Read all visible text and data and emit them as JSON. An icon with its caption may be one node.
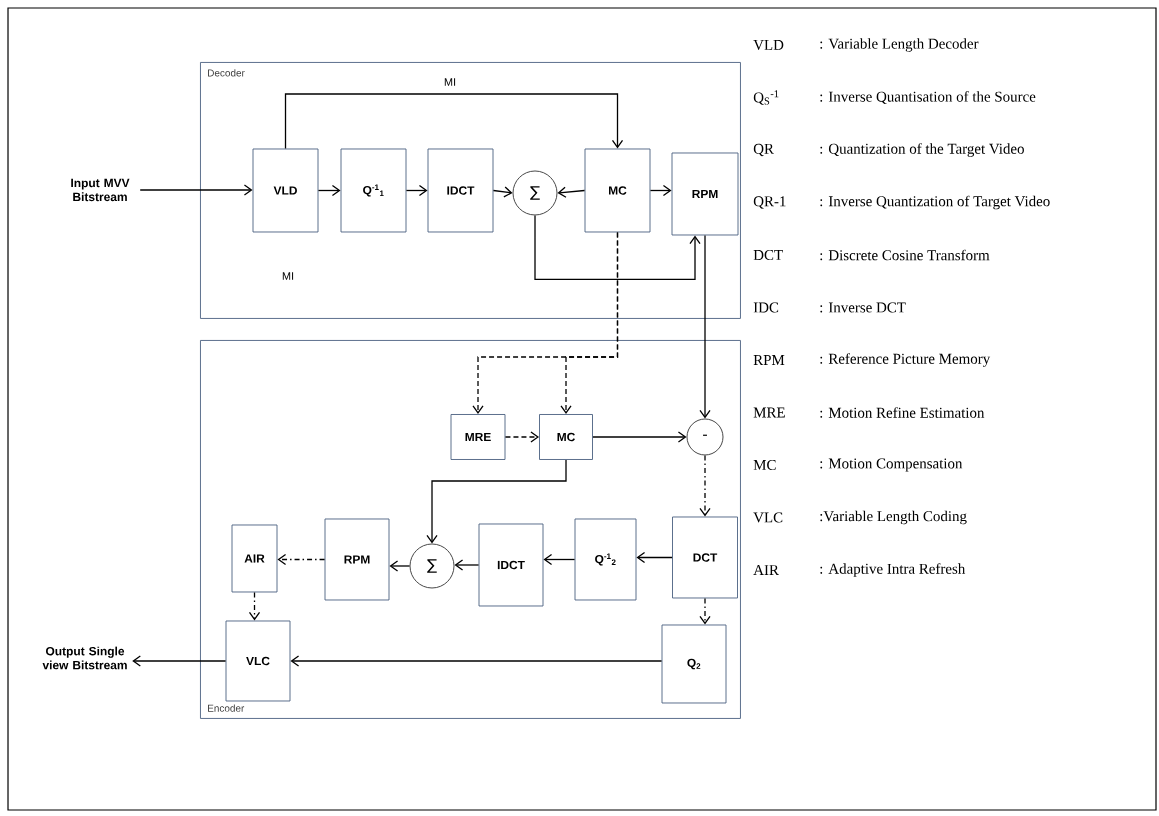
{
  "diagram": {
    "nodes": [
      {
        "text": [
          "Decoder"
        ]
      },
      {
        "text": [
          "VLD"
        ],
        "in": 0
      },
      {
        "text": [
          "Q$^{-1}$$_{1}$"
        ],
        "in": 0
      },
      {
        "text": [
          "IDCT"
        ],
        "in": 0
      },
      {
        "text": [
          "∑"
        ],
        "in": 0
      },
      {
        "text": [
          "MC"
        ],
        "in": 0
      },
      {
        "text": [
          "RPM"
        ],
        "in": 0
      },
      {
        "text": [
          "Encoder"
        ]
      },
      {
        "text": [
          "MRE"
        ],
        "in": 7
      },
      {
        "text": [
          "MC"
        ],
        "in": 7
      },
      {
        "text": [
          "-"
        ],
        "in": 7
      },
      {
        "text": [
          "AIR"
        ],
        "in": 7
      },
      {
        "text": [
          "RPM"
        ],
        "in": 7
      },
      {
        "text": [
          "∑"
        ],
        "in": 7
      },
      {
        "text": [
          "IDCT"
        ],
        "in": 7
      },
      {
        "text": [
          "Q$^{-1}$$_{2}$"
        ],
        "in": 7
      },
      {
        "text": [
          "DCT"
        ],
        "in": 7
      },
      {
        "text": [
          "VLC"
        ],
        "in": 7
      },
      {
        "text": [
          "Q$_{2}$"
        ],
        "in": 7
      },
      {
        "text": [
          "Input MVV Bitstream"
        ]
      },
      {
        "text": [
          "Output Single view Bitstream"
        ]
      }
    ],
    "edges": [
      {
        "from": 19,
        "to": 1,
        "arrow": "to"
      },
      {
        "from": 1,
        "to": 5,
        "arrow": "to",
        "label": "MI"
      },
      {
        "from": 1,
        "to": 2,
        "arrow": "to"
      },
      {
        "from": 2,
        "to": 3,
        "arrow": "to"
      },
      {
        "from": 3,
        "to": 4,
        "arrow": "to"
      },
      {
        "from": 5,
        "to": 4,
        "arrow": "to"
      },
      {
        "from": 5,
        "to": 6,
        "arrow": "to"
      },
      {
        "from": 4,
        "to": 6,
        "arrow": "to"
      },
      {
        "from": 6,
        "to": 10,
        "arrow": "to"
      },
      {
        "from": 5,
        "to": 8,
        "arrow": "to",
        "style": "dashed"
      },
      {
        "from": 5,
        "to": 9,
        "arrow": "to",
        "style": "dashed"
      },
      {
        "from": 8,
        "to": 9,
        "arrow": "to",
        "style": "dashed"
      },
      {
        "from": 9,
        "to": 10,
        "arrow": "to"
      },
      {
        "from": 9,
        "to": 13,
        "arrow": "to"
      },
      {
        "from": 10,
        "to": 16,
        "arrow": "to",
        "style": "dashed"
      },
      {
        "from": 16,
        "to": 15,
        "arrow": "to"
      },
      {
        "from": 15,
        "to": 14,
        "arrow": "to"
      },
      {
        "from": 14,
        "to": 13,
        "arrow": "to"
      },
      {
        "from": 13,
        "to": 12,
        "arrow": "to"
      },
      {
        "from": 12,
        "to": 11,
        "arrow": "to",
        "style": "dashed"
      },
      {
        "from": 11,
        "to": 17,
        "arrow": "to",
        "style": "dashed"
      },
      {
        "from": 16,
        "to": 18,
        "arrow": "to",
        "style": "dashed"
      },
      {
        "from": 18,
        "to": 17,
        "arrow": "to"
      },
      {
        "from": 17,
        "to": 20,
        "arrow": "to"
      }
    ],
    "labels": [
      "MI",
      "VLD",
      ": Variable Length Decoder",
      "Q$_{S}$$^{-1}$",
      ": Inverse Quantisation of the Source",
      "QR",
      ": Quantization of the Target Video",
      "QR-1",
      ": Inverse Quantization of Target Video",
      "DCT",
      ": Discrete Cosine Transform",
      "IDC",
      ": Inverse DCT",
      "RPM",
      ": Reference Picture Memory",
      "MRE",
      ": Motion Refine Estimation",
      "MC",
      ": Motion Compensation",
      "VLC",
      ":Variable Length Coding",
      "AIR",
      ": Adaptive Intra Refresh"
    ]
  }
}
